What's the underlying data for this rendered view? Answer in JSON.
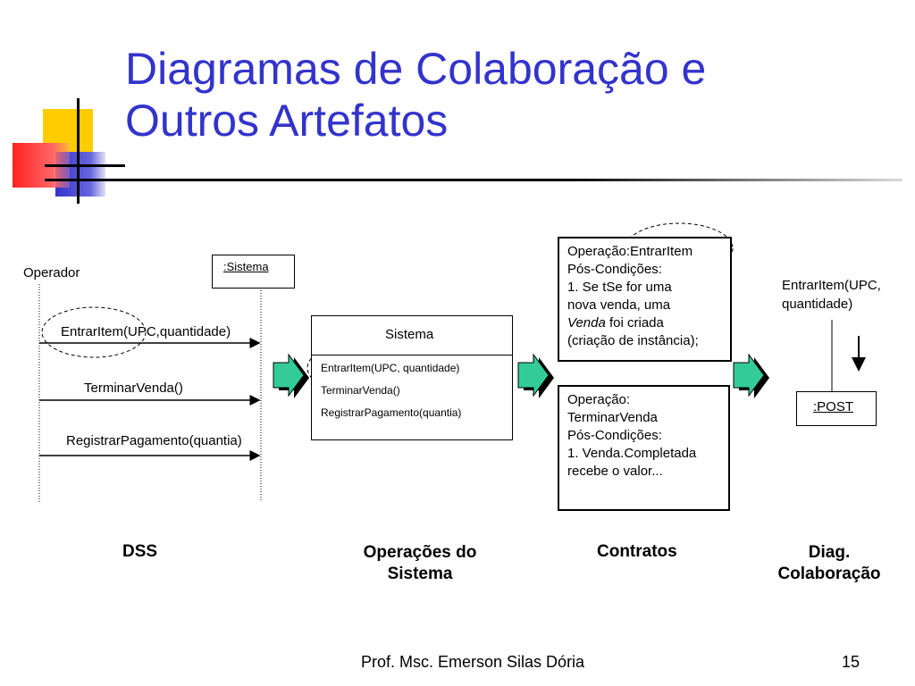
{
  "title": {
    "line1": "Diagramas de Colaboração e",
    "line2": "Outros Artefatos"
  },
  "dss": {
    "actor": "Operador",
    "system": ":Sistema",
    "messages": [
      "EntrarItem(UPC,quantidade)",
      "TerminarVenda()",
      "RegistrarPagamento(quantia)"
    ]
  },
  "operations": {
    "header": "Sistema",
    "items": [
      "EntrarItem(UPC, quantidade)",
      "TerminarVenda()",
      "RegistrarPagamento(quantia)"
    ]
  },
  "contracts": {
    "contract1": {
      "operation": "Operação:EntrarItem",
      "post_header": "Pós-Condições:",
      "line1": "1. Se tSe for uma",
      "line2": "nova venda, uma",
      "line3_italic": "Venda",
      "line3_rest": " foi criada",
      "line4": "(criação de instância);"
    },
    "contract2": {
      "operation": "Operação:",
      "operation_name": "TerminarVenda",
      "post_header": "Pós-Condições:",
      "line1": "1. Venda.Completada",
      "line2": "recebe o valor..."
    }
  },
  "collaboration": {
    "message_line1": "EntrarItem(UPC,",
    "message_line2": "quantidade)",
    "object": ":POST"
  },
  "section_labels": {
    "dss": "DSS",
    "operations_line1": "Operações do",
    "operations_line2": "Sistema",
    "contracts": "Contratos",
    "collab_line1": "Diag.",
    "collab_line2": "Colaboração"
  },
  "footer": {
    "author": "Prof. Msc. Emerson Silas Dória",
    "page": "15"
  },
  "colors": {
    "title": "#3333cc",
    "arrow_fill": "#33cc99",
    "deco_yellow": "#ffcc00",
    "deco_blue": "#3333cc",
    "deco_red": "#ff3333"
  }
}
